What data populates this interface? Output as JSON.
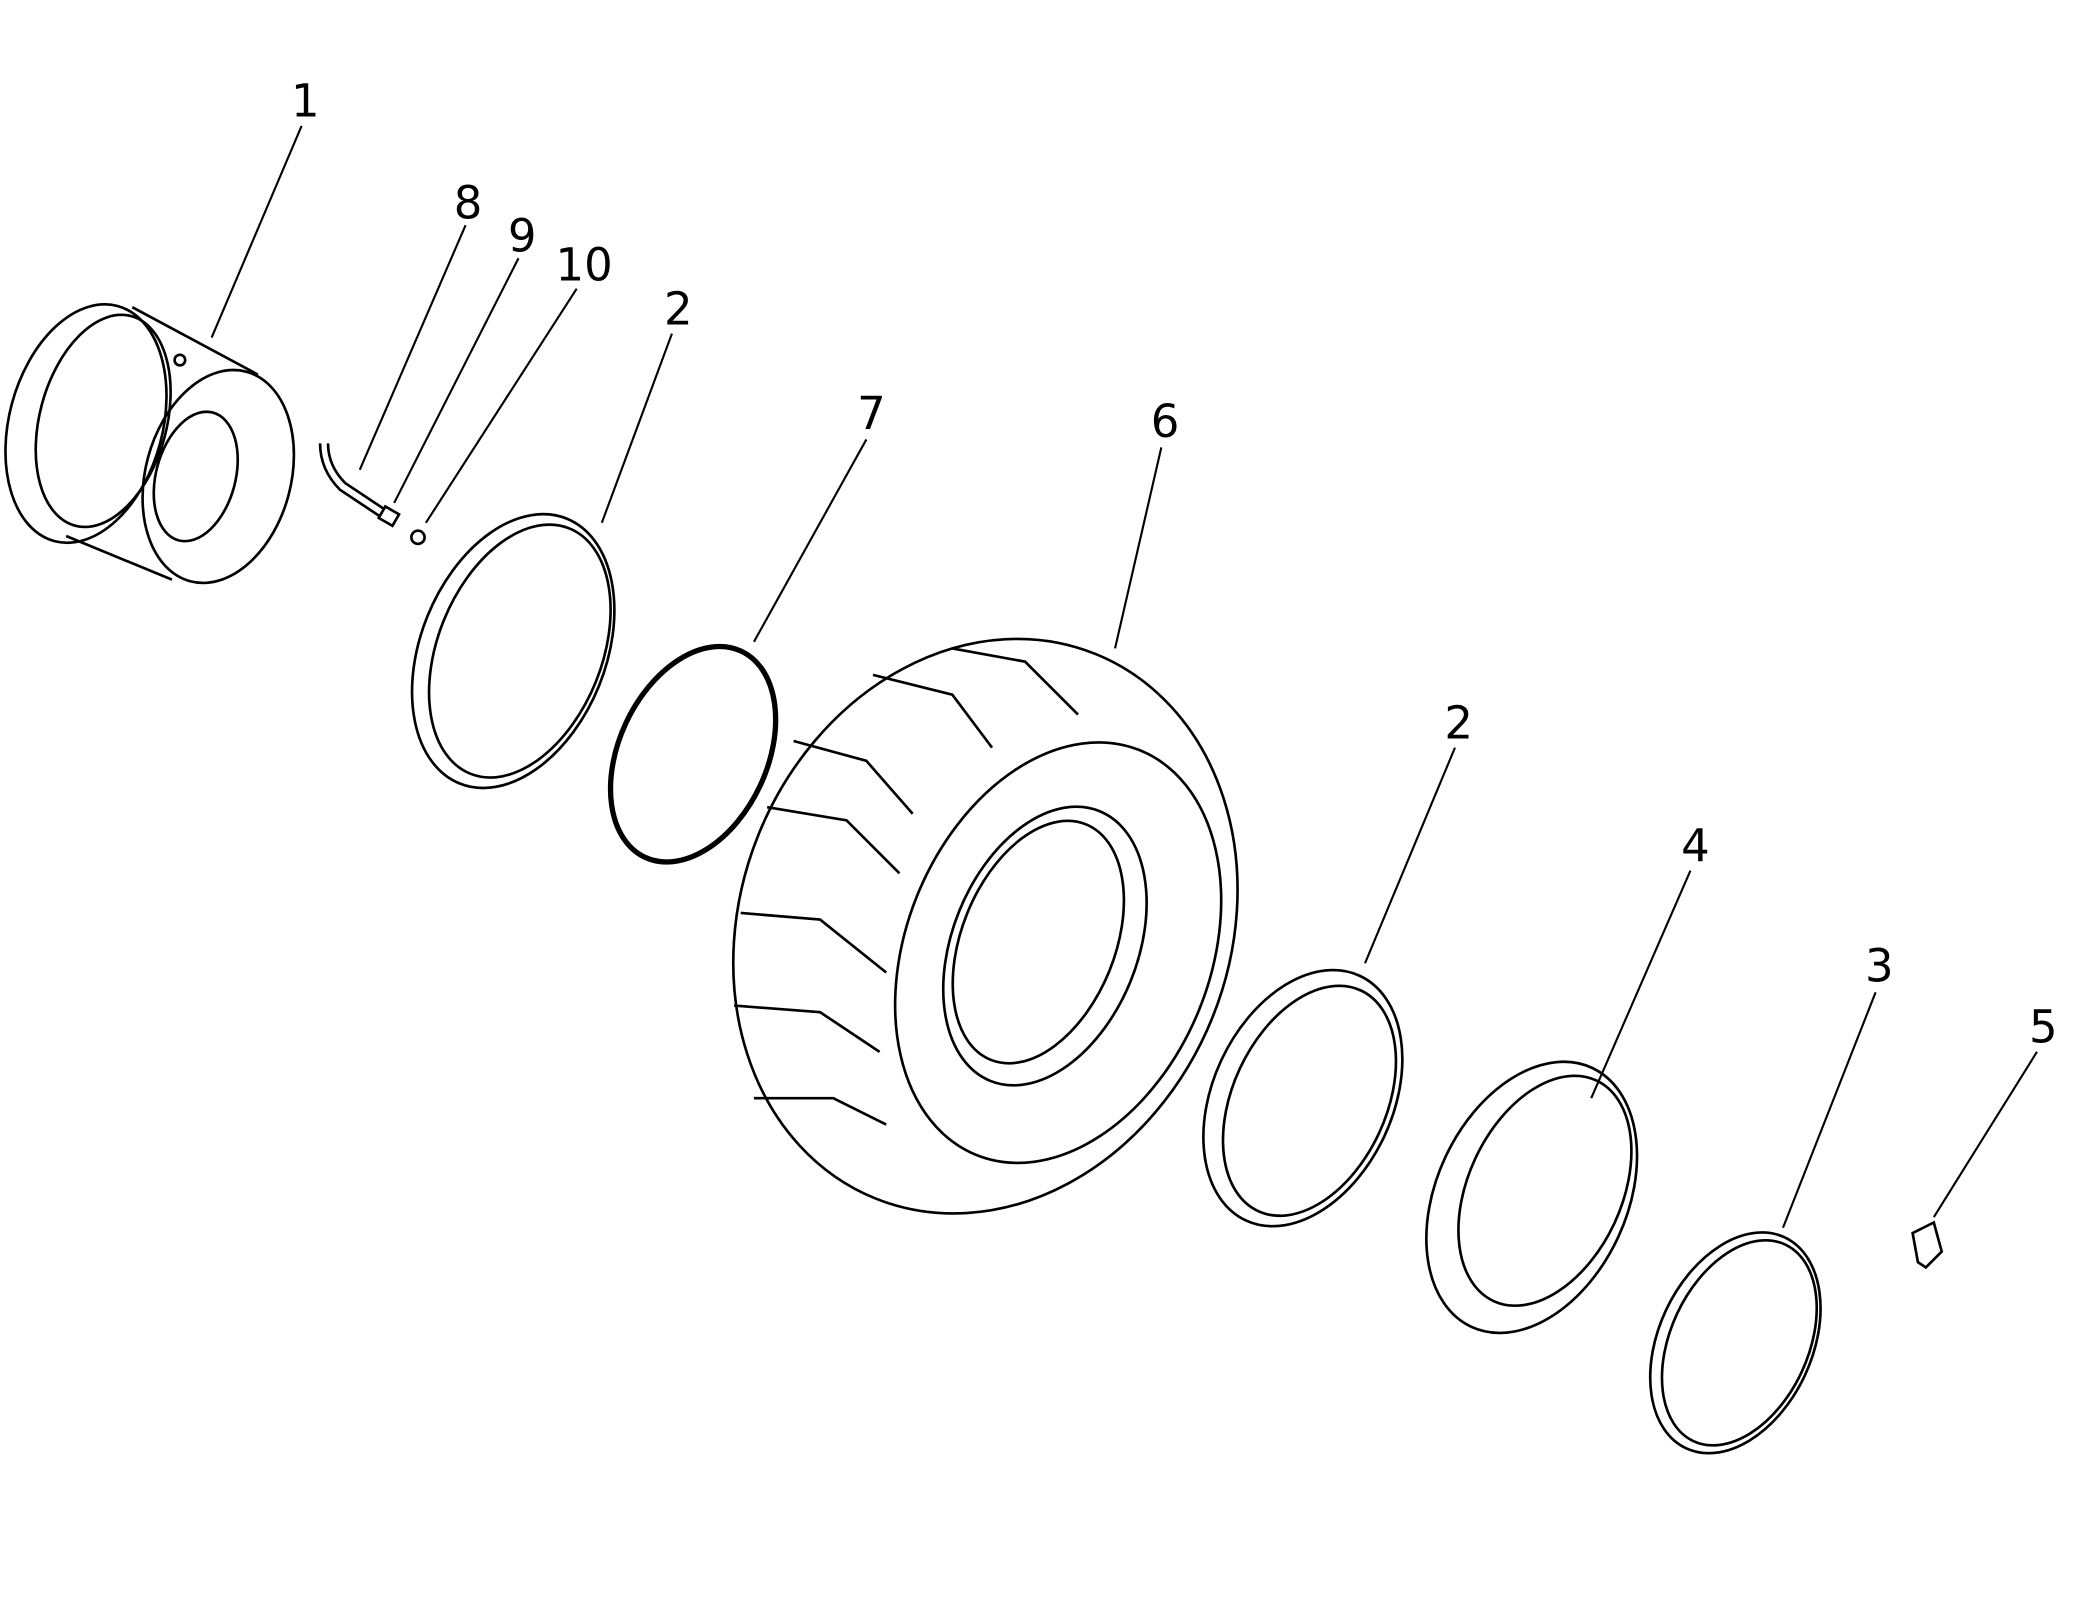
{
  "diagram": {
    "type": "exploded parts view",
    "callouts": [
      {
        "label": "1",
        "part": "rim"
      },
      {
        "label": "8",
        "part": "valve"
      },
      {
        "label": "9",
        "part": "valve-nut"
      },
      {
        "label": "10",
        "part": "valve-cap"
      },
      {
        "label": "2",
        "part": "side-ring-inner"
      },
      {
        "label": "7",
        "part": "o-ring"
      },
      {
        "label": "6",
        "part": "tire"
      },
      {
        "label": "2",
        "part": "side-ring-outer"
      },
      {
        "label": "4",
        "part": "flange-ring"
      },
      {
        "label": "3",
        "part": "lock-ring"
      },
      {
        "label": "5",
        "part": "lock-key"
      }
    ]
  }
}
